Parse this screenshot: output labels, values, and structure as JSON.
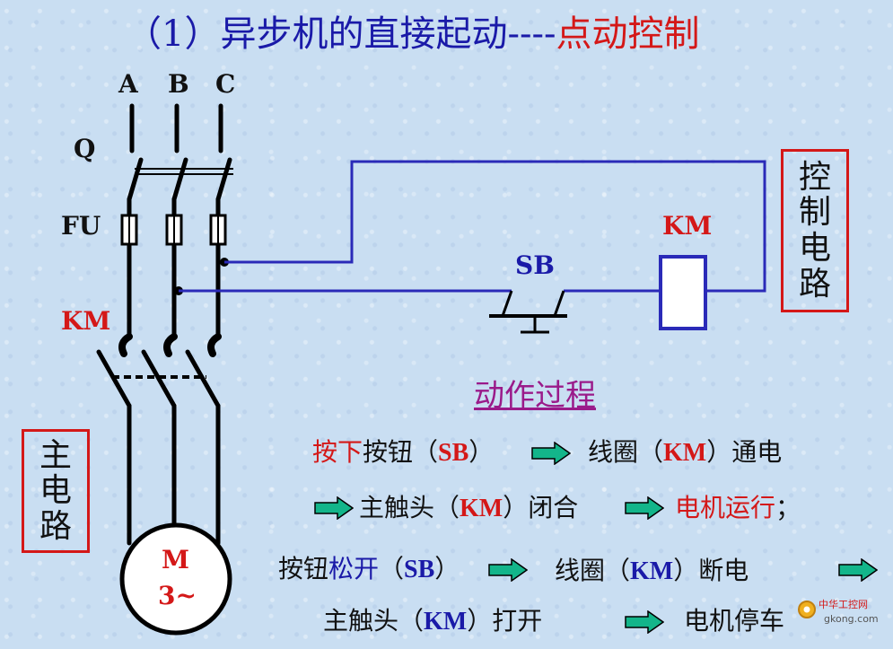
{
  "title": {
    "prefix": "（1）异步机的直接起动----",
    "highlight": "点动控制"
  },
  "phases": [
    "A",
    "B",
    "C"
  ],
  "labels": {
    "q": "Q",
    "fu": "FU",
    "km_main": "KM",
    "sb": "SB",
    "km_coil": "KM",
    "motor_m": "M",
    "motor_3": "3~"
  },
  "boxes": {
    "control": [
      "控",
      "制",
      "电",
      "路"
    ],
    "main": [
      "主",
      "电",
      "路"
    ]
  },
  "process": {
    "heading": "动作过程",
    "line1": {
      "a": "按下",
      "b": "按钮（",
      "c": "SB",
      "d": "）",
      "e": "线圈（",
      "f": "KM",
      "g": "）通电"
    },
    "line2": {
      "a": "主触头（",
      "b": "KM",
      "c": "）闭合",
      "d": "电机运行",
      "e": "；"
    },
    "line3": {
      "a": "按钮",
      "b": "松开",
      "c": "（",
      "d": "SB",
      "e": "）",
      "f": "线圈（",
      "g": "KM",
      "h": "）断电"
    },
    "line4": {
      "a": "主触头（",
      "b": "KM",
      "c": "）打开",
      "d": "电机停车"
    }
  },
  "watermark": {
    "cn": "中华工控网",
    "url": "gkong.com"
  },
  "colors": {
    "red": "#d41818",
    "blue": "#1a1aa8",
    "arrow": "#13b58a"
  }
}
